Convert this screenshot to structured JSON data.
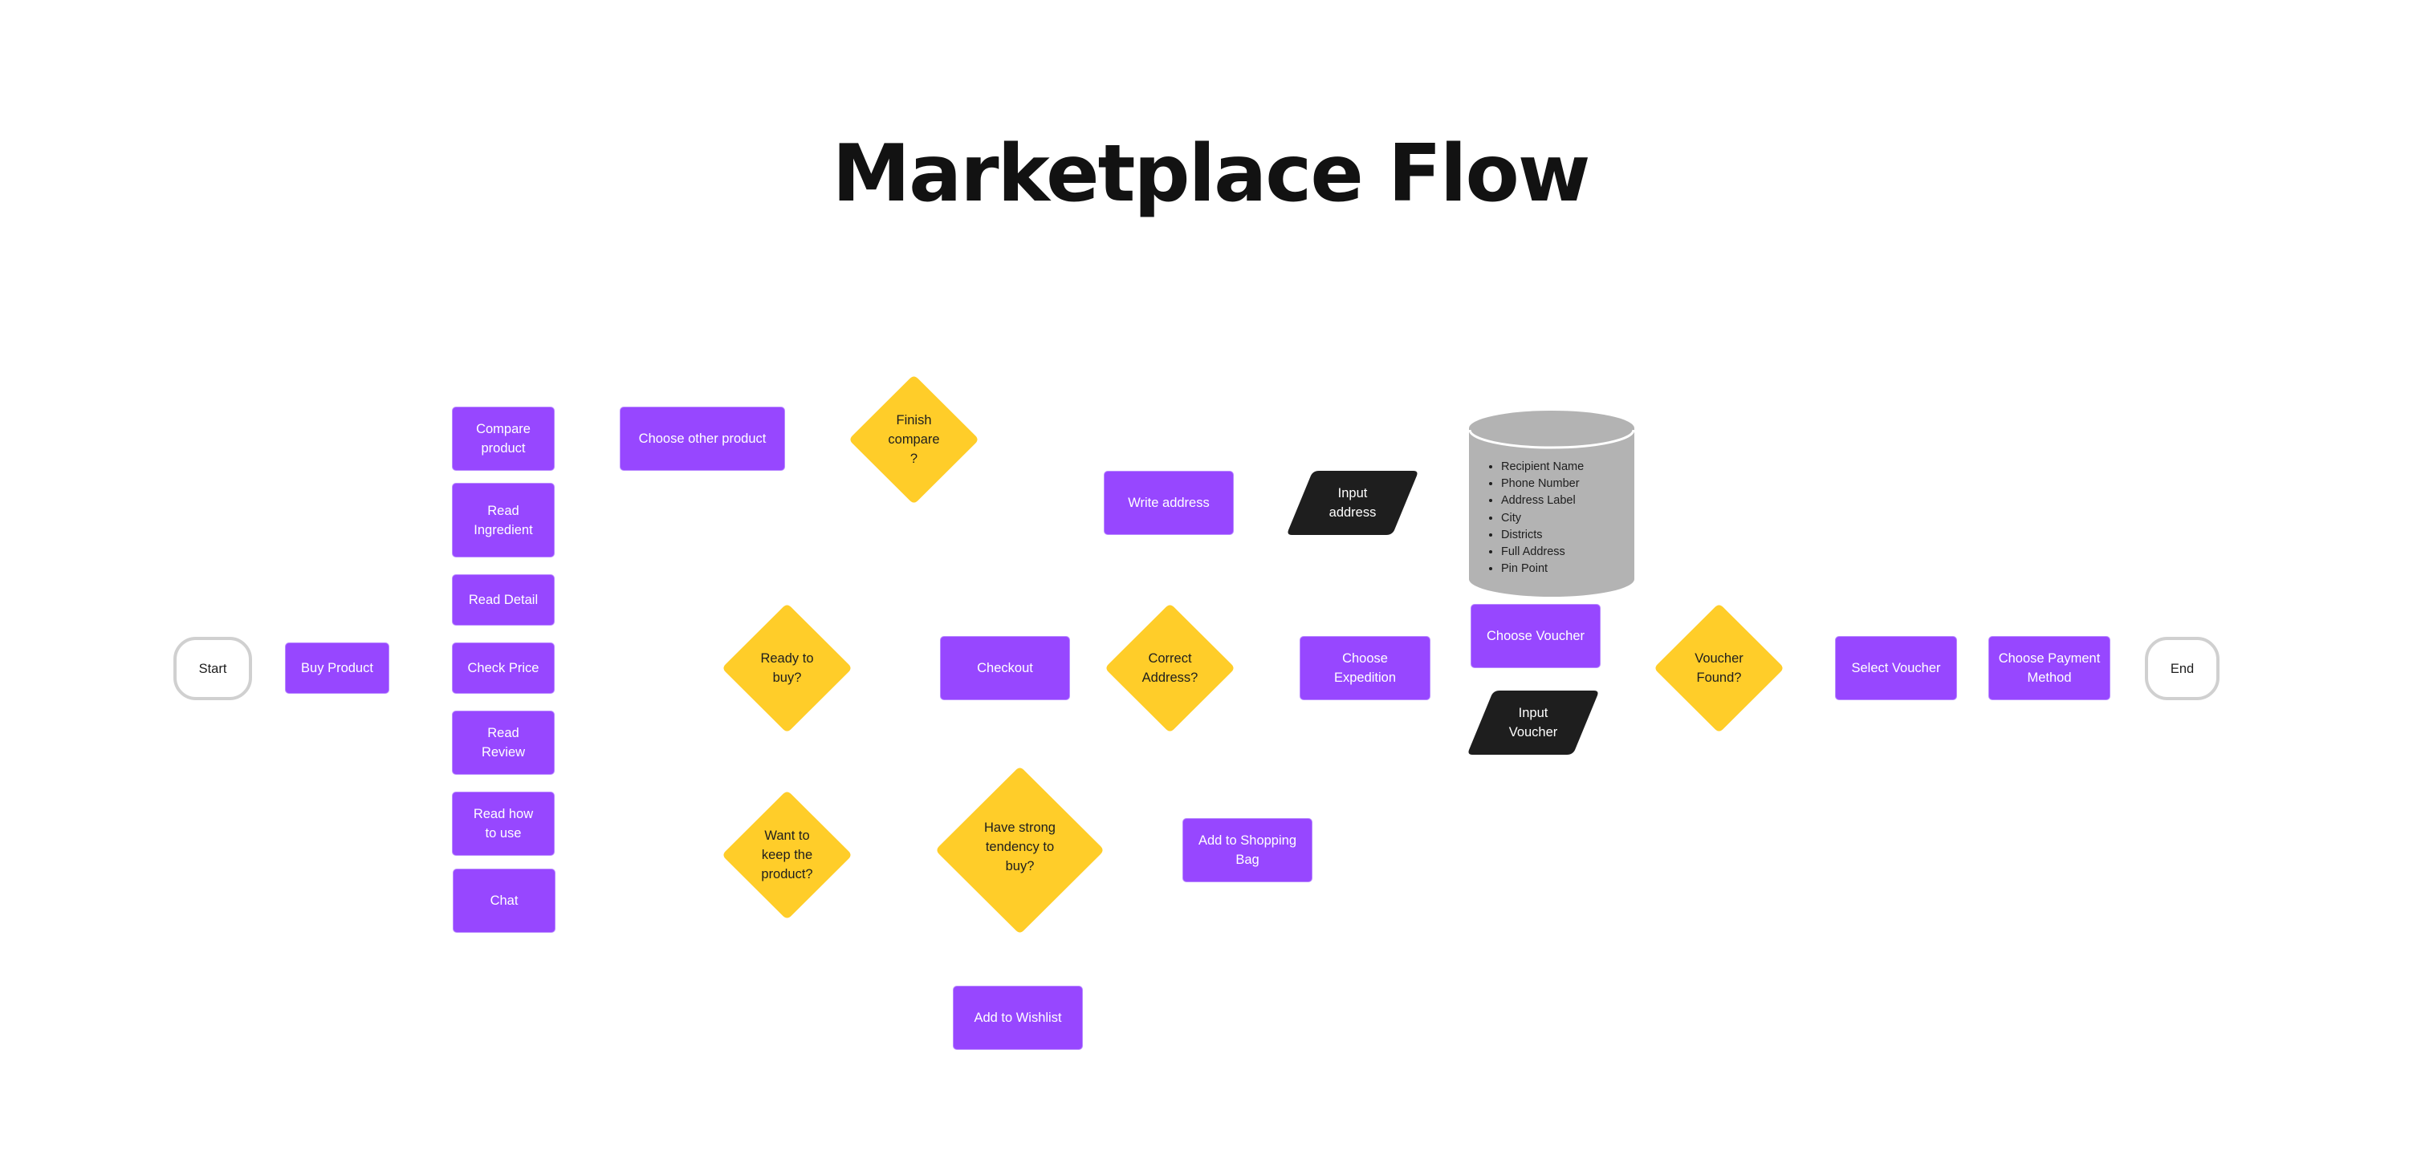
{
  "title": "Marketplace Flow",
  "colors": {
    "process": "#9747FF",
    "decision": "#FFCD29",
    "io": "#1E1E1E",
    "database": "#B3B3B3",
    "terminal_border": "#D0D0D0"
  },
  "terminals": {
    "start": "Start",
    "end": "End"
  },
  "process": {
    "buy_product": "Buy Product",
    "compare_product": "Compare\nproduct",
    "read_ingredient": "Read\nIngredient",
    "read_detail": "Read Detail",
    "check_price": "Check Price",
    "read_review": "Read\nReview",
    "read_how_to_use": "Read  how\nto use",
    "chat": "Chat",
    "choose_other_product": "Choose other product",
    "checkout": "Checkout",
    "write_address": "Write address",
    "choose_expedition": "Choose\nExpedition",
    "choose_voucher": "Choose Voucher",
    "select_voucher": "Select Voucher",
    "choose_payment_method": "Choose Payment\nMethod",
    "add_to_shopping_bag": "Add to Shopping\nBag",
    "add_to_wishlist": "Add to Wishlist"
  },
  "decisions": {
    "finish_compare": "Finish\ncompare\n?",
    "ready_to_buy": "Ready to\nbuy?",
    "want_to_keep": "Want to\nkeep the\nproduct?",
    "strong_tendency": "Have strong\ntendency to\nbuy?",
    "correct_address": "Correct\nAddress?",
    "voucher_found": "Voucher\nFound?"
  },
  "io": {
    "input_address": "Input\naddress",
    "input_voucher": "Input\nVoucher"
  },
  "database": {
    "fields": [
      "Recipient Name",
      "Phone Number",
      "Address Label",
      "City",
      "Districts",
      "Full Address",
      "Pin Point"
    ]
  }
}
